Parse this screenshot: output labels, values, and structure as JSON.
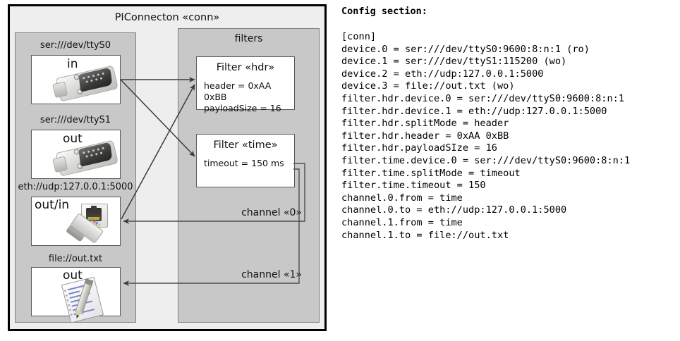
{
  "diagram": {
    "outer": {
      "title": "PIConnecton «conn»"
    },
    "devices_group": {
      "title": ""
    },
    "filters_group": {
      "title": "filters"
    },
    "devices": [
      {
        "label": "ser:///dev/ttyS0",
        "direction": "in",
        "icon": "serial-port-icon"
      },
      {
        "label": "ser:///dev/ttyS1",
        "direction": "out",
        "icon": "serial-port-icon"
      },
      {
        "label": "eth://udp:127.0.0.1:5000",
        "direction": "out/in",
        "icon": "ethernet-jack-icon"
      },
      {
        "label": "file://out.txt",
        "direction": "out",
        "icon": "text-document-icon"
      }
    ],
    "filters": [
      {
        "title": "Filter «hdr»",
        "props": [
          "header = 0xAA 0xBB",
          "payloadSize = 16"
        ]
      },
      {
        "title": "Filter «time»",
        "props": [
          "timeout = 150 ms"
        ]
      }
    ],
    "channels": [
      {
        "label": "channel «0»"
      },
      {
        "label": "channel «1»"
      }
    ]
  },
  "config": {
    "heading": "Config section:",
    "lines": [
      "[conn]",
      "device.0 = ser:///dev/ttyS0:9600:8:n:1 (ro)",
      "device.1 = ser:///dev/ttyS1:115200 (wo)",
      "device.2 = eth://udp:127.0.0.1:5000",
      "device.3 = file://out.txt (wo)",
      "filter.hdr.device.0 = ser:///dev/ttyS0:9600:8:n:1",
      "filter.hdr.device.1 = eth://udp:127.0.0.1:5000",
      "filter.hdr.splitMode = header",
      "filter.hdr.header = 0xAA 0xBB",
      "filter.hdr.payloadSIze = 16",
      "filter.time.device.0 = ser:///dev/ttyS0:9600:8:n:1",
      "filter.time.splitMode = timeout",
      "filter.time.timeout = 150",
      "channel.0.from = time",
      "channel.0.to = eth://udp:127.0.0.1:5000",
      "channel.1.from = time",
      "channel.1.to = file://out.txt"
    ],
    "text": "[conn]\ndevice.0 = ser:///dev/ttyS0:9600:8:n:1 (ro)\ndevice.1 = ser:///dev/ttyS1:115200 (wo)\ndevice.2 = eth://udp:127.0.0.1:5000\ndevice.3 = file://out.txt (wo)\nfilter.hdr.device.0 = ser:///dev/ttyS0:9600:8:n:1\nfilter.hdr.device.1 = eth://udp:127.0.0.1:5000\nfilter.hdr.splitMode = header\nfilter.hdr.header = 0xAA 0xBB\nfilter.hdr.payloadSIze = 16\nfilter.time.device.0 = ser:///dev/ttyS0:9600:8:n:1\nfilter.time.splitMode = timeout\nfilter.time.timeout = 150\nchannel.0.from = time\nchannel.0.to = eth://udp:127.0.0.1:5000\nchannel.1.from = time\nchannel.1.to = file://out.txt"
  },
  "colors": {
    "canvas": "#ffffff",
    "outer_fill": "#eeeeee",
    "group_fill": "#c8c8c8",
    "card_fill": "#ffffff",
    "frame_stroke": "#000000",
    "line_stroke": "#4d4d4d"
  }
}
